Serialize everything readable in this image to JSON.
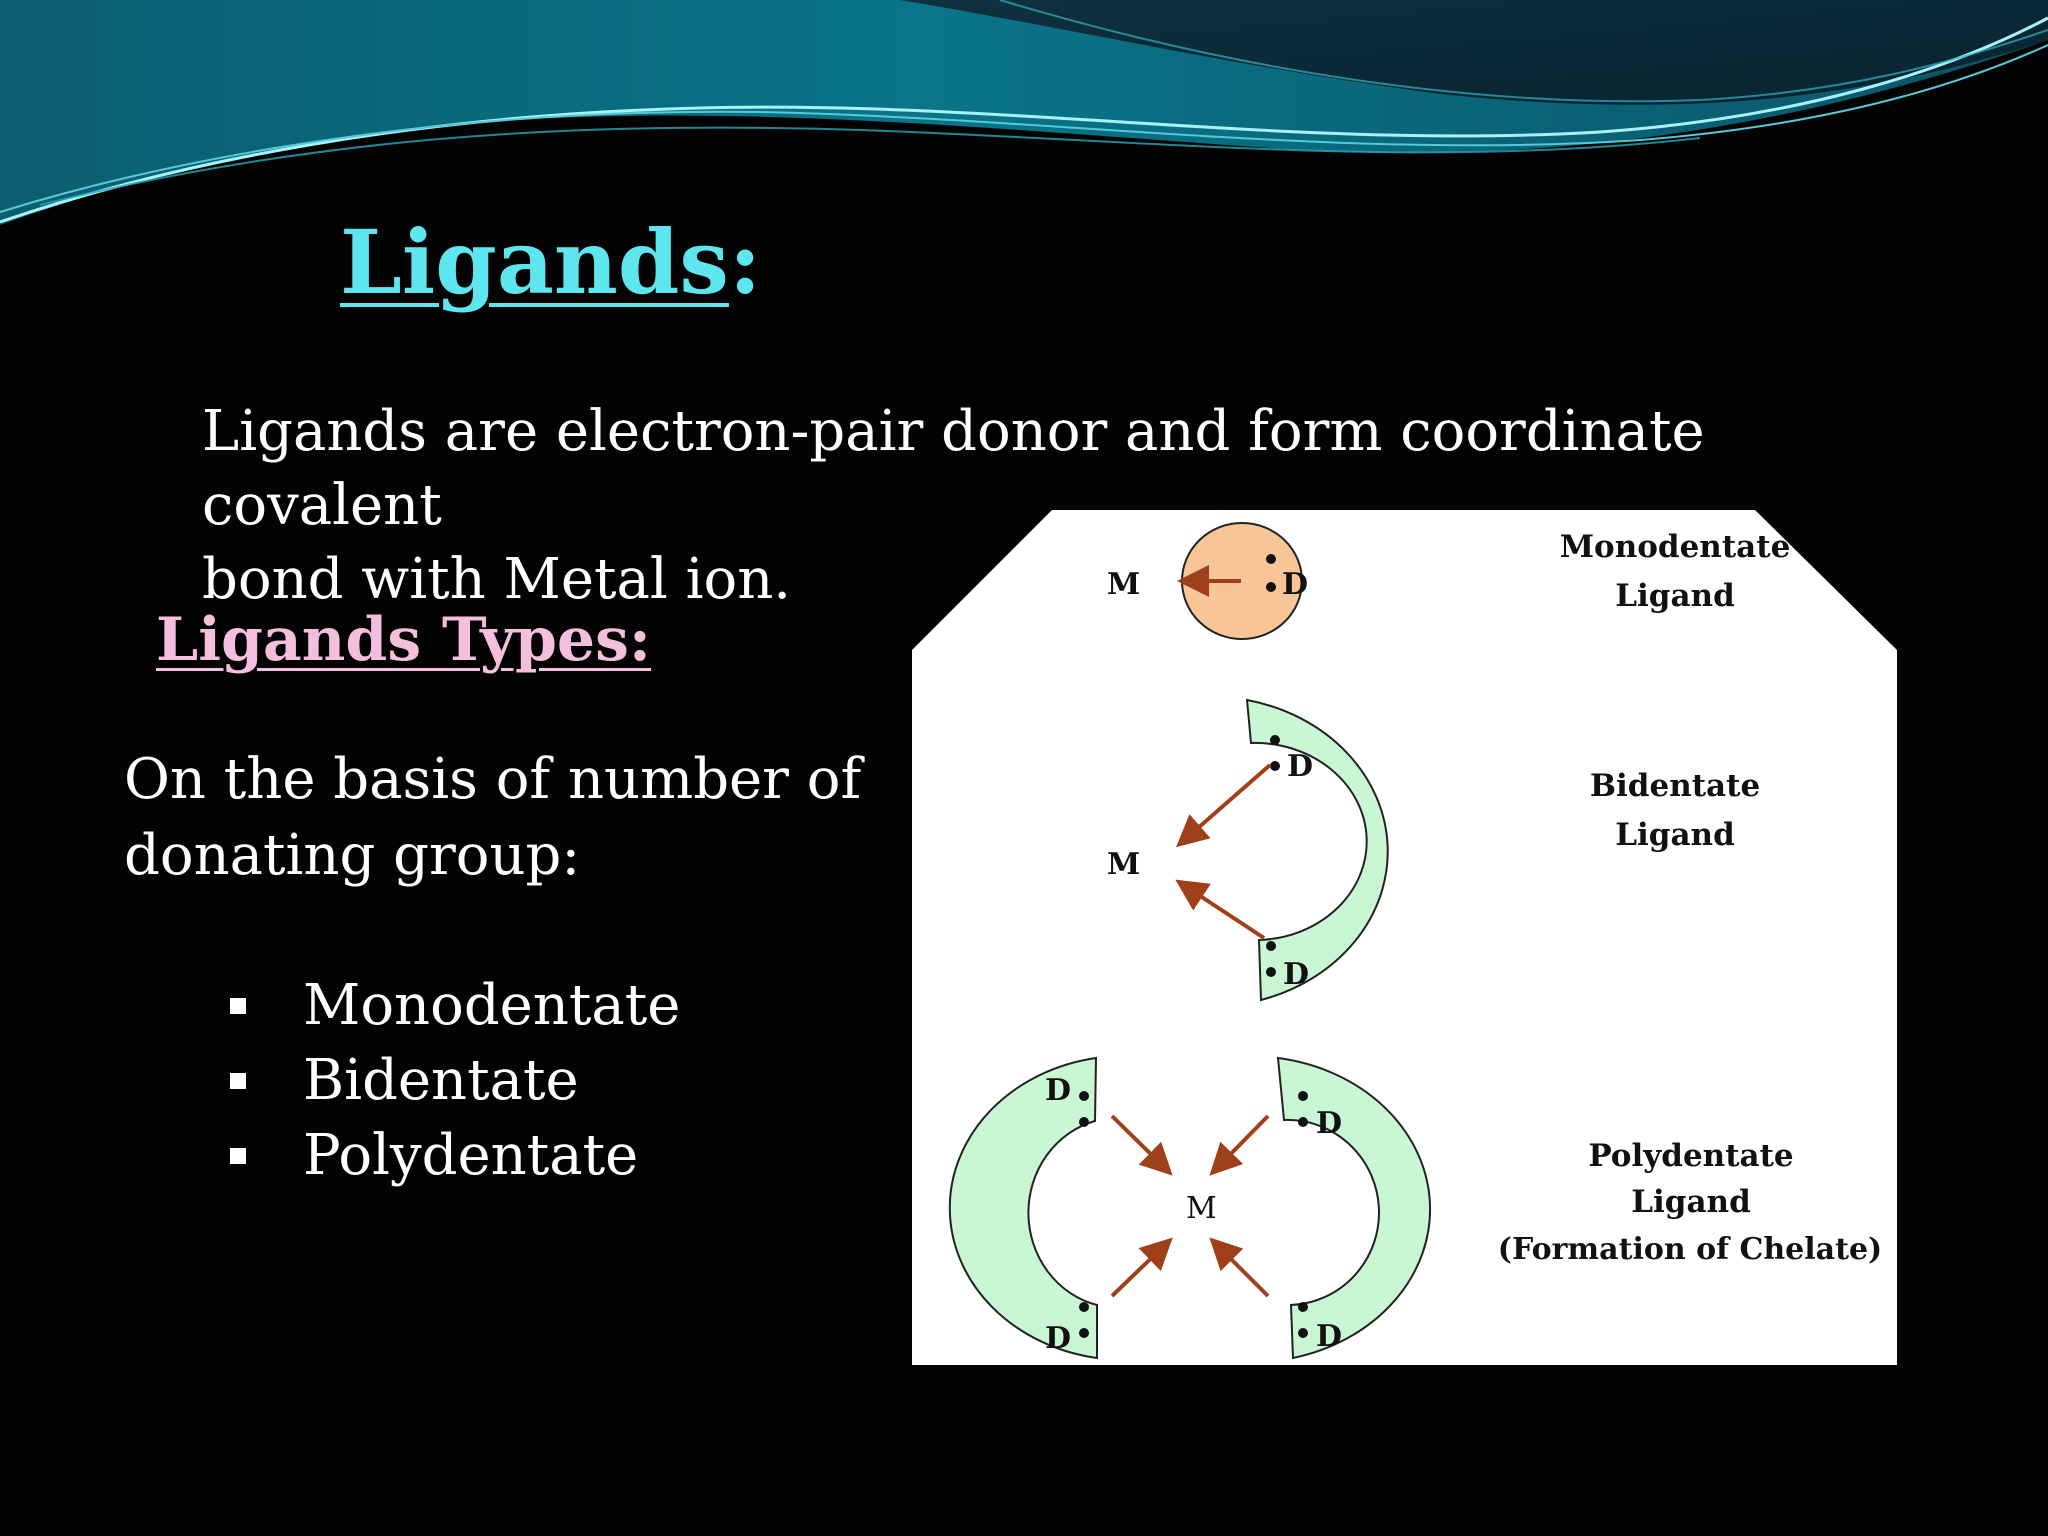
{
  "slide": {
    "title": "Ligands",
    "title_colon": ":",
    "intro_line1": "Ligands are electron-pair donor and form coordinate covalent",
    "intro_line2": "bond with Metal ion.",
    "types_heading": "Ligands Types:",
    "basis_line1": "On the basis of number of",
    "basis_line2": "donating group:",
    "types": [
      "Monodentate",
      "Bidentate",
      "Polydentate"
    ]
  },
  "diagram": {
    "metal_label": "M",
    "donor_label": "D",
    "mono_label_line1": "Monodentate",
    "mono_label_line2": "Ligand",
    "bi_label_line1": "Bidentate",
    "bi_label_line2": "Ligand",
    "poly_label_line1": "Polydentate",
    "poly_label_line2": "Ligand",
    "poly_label_line3": "(Formation of Chelate)"
  },
  "colors": {
    "title": "#5ee6ee",
    "subheading": "#f3bfdc",
    "text": "#ffffff",
    "background": "#030303",
    "mono_ligand_fill": "#f7c596",
    "chelate_fill": "#c9f7d3",
    "arrow": "#a0401b"
  }
}
